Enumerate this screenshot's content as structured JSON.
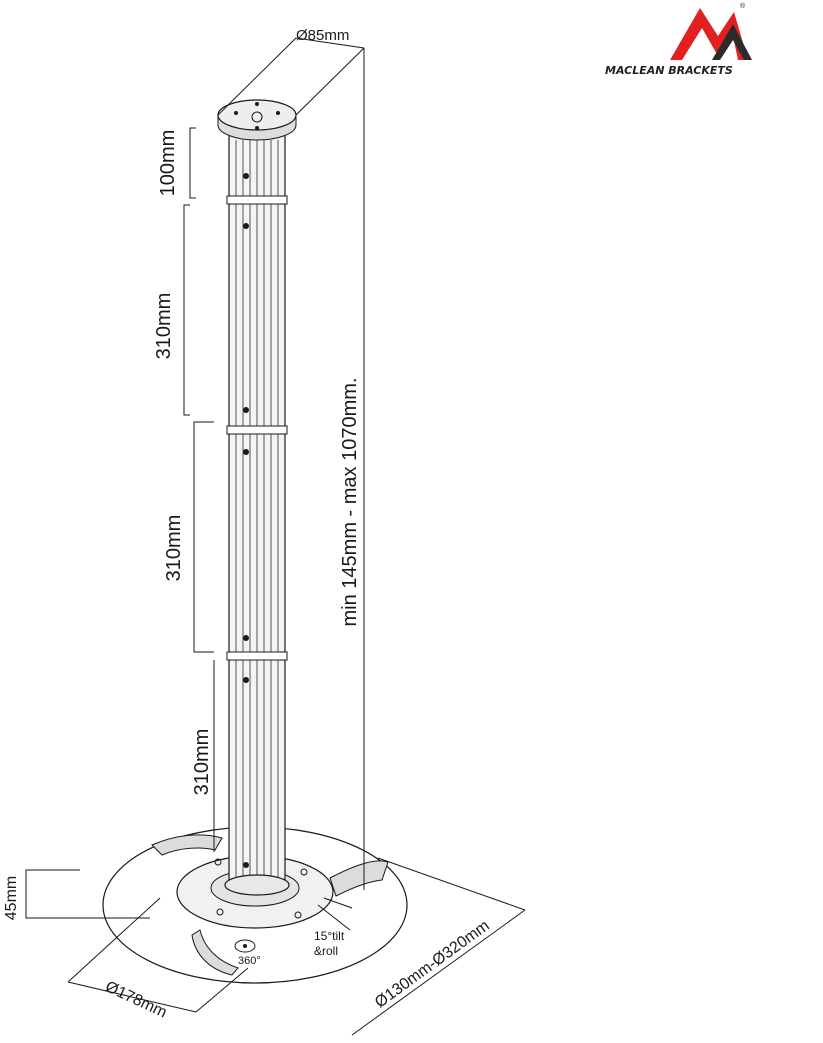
{
  "brand": {
    "name": "MACLEAN BRACKETS",
    "registered_mark": "®",
    "colors": {
      "accent": "#e1201f",
      "dark": "#2b2b2b"
    }
  },
  "dimensions": {
    "top_plate_diameter": "Ø85mm",
    "top_section_length": "100mm",
    "section_2_length": "310mm",
    "section_3_length": "310mm",
    "section_4_length": "310mm",
    "total_range": "min 145mm - max 1070mm.",
    "base_height": "45mm",
    "inner_plate_diameter": "Ø178mm",
    "base_diameter_range": "Ø130mm-Ø320mm",
    "rotation": "360°",
    "tilt_line1": "15°tilt",
    "tilt_line2": "&roll"
  },
  "colors": {
    "line": "#1a1a1a",
    "shade": "#d9d9d9",
    "plate": "#eeeeee"
  }
}
